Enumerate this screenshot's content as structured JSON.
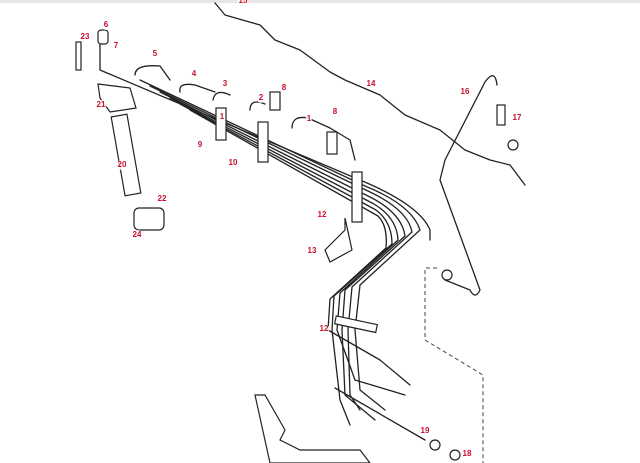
{
  "diagram": {
    "title": "Fuel injection pipes exploded view",
    "labels": [
      "15",
      "6",
      "7",
      "23",
      "5",
      "4",
      "3",
      "2",
      "8",
      "1",
      "1",
      "8",
      "21",
      "9",
      "10",
      "20",
      "22",
      "24",
      "12",
      "14",
      "16",
      "17",
      "13",
      "12",
      "19",
      "18"
    ],
    "label_color": "#c8102e"
  }
}
